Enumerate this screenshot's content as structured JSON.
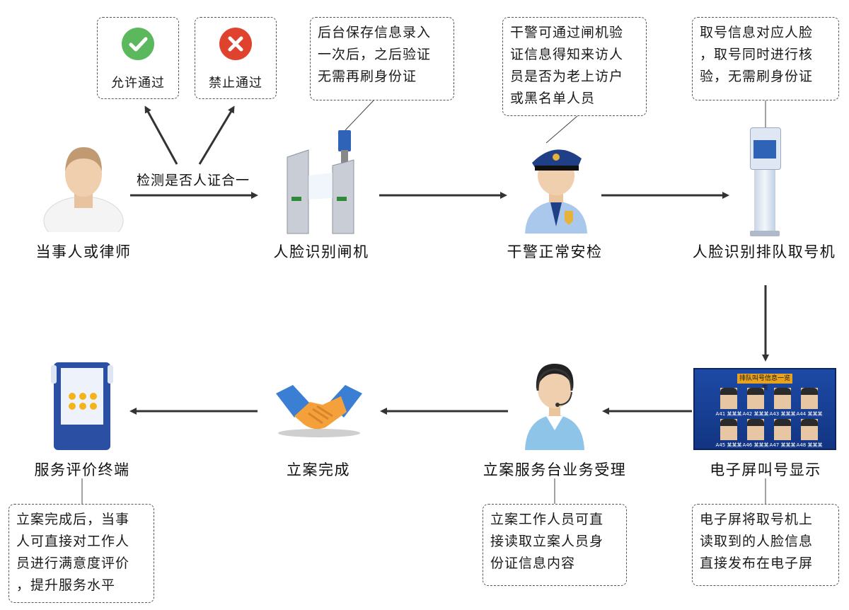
{
  "nodes": {
    "party": "当事人或律师",
    "gate": "人脸识别闸机",
    "police": "干警正常安检",
    "kiosk": "人脸识别排队取号机",
    "screen": "电子屏叫号显示",
    "desk": "立案服务台业务受理",
    "done": "立案完成",
    "terminal": "服务评价终端"
  },
  "edge_label": "检测是否人证合一",
  "badges": {
    "allow": "允许通过",
    "deny": "禁止通过"
  },
  "notes": {
    "gate": "后台保存信息录入\n一次后，之后验证\n无需再刷身份证",
    "police": "干警可通过闸机验\n证信息得知来访人\n员是否为老上访户\n或黑名单人员",
    "kiosk": "取号信息对应人脸\n，取号同时进行核\n验，无需刷身份证",
    "screen": "电子屏将取号机上\n读取到的人脸信息\n直接发布在电子屏",
    "desk": "立案工作人员可直\n接读取立案人员身\n份证信息内容",
    "terminal": "立案完成后，当事\n人可直接对工作人\n员进行满意度评价\n，提升服务水平"
  },
  "screen_display": {
    "title": "排队叫号信息一览表",
    "tags": [
      "A41 某某某",
      "A42 某某某",
      "A43 某某某",
      "A44 某某某",
      "A45 某某某",
      "A46 某某某",
      "A47 某某某",
      "A48 某某某"
    ]
  },
  "colors": {
    "allow": "#5cb85c",
    "deny": "#e0432d",
    "arrow": "#333333",
    "accent_blue": "#2a4fa3"
  },
  "icons": {
    "allow": "check-icon",
    "deny": "cross-icon",
    "party": "person-icon",
    "police": "police-officer-icon",
    "desk": "customer-service-icon",
    "done": "handshake-icon"
  }
}
